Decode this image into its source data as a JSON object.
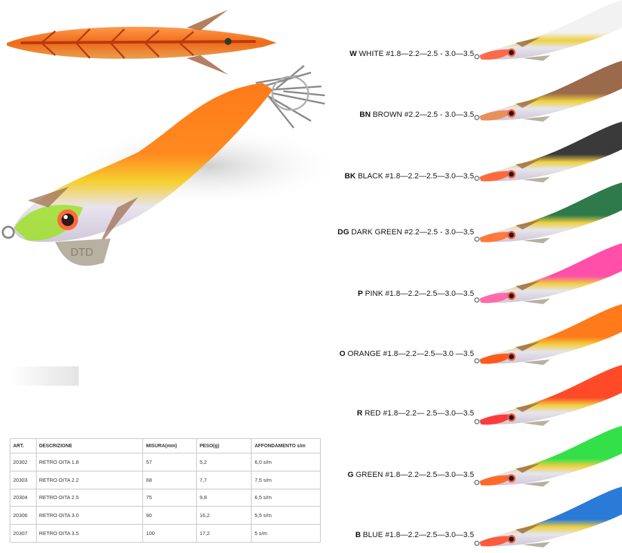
{
  "hero": {
    "brand_mark": "DTD"
  },
  "table": {
    "headers": [
      "ART.",
      "DESCRIZIONE",
      "MISURA(mm)",
      "PESO(g)",
      "AFFONDAMENTO s/m"
    ],
    "rows": [
      [
        "20302",
        "RETRO OITA 1.8",
        "57",
        "5,2",
        "6,0 s/m"
      ],
      [
        "20303",
        "RETRO OITA 2.2",
        "68",
        "7,7",
        "7,5 s/m"
      ],
      [
        "20304",
        "RETRO OITA 2.5",
        "75",
        "9,8",
        "6,5 s/m"
      ],
      [
        "20306",
        "RETRO OITA 3.0",
        "90",
        "16,2",
        "5,5 s/m"
      ],
      [
        "20307",
        "RETRO OITA 3.5",
        "100",
        "17,2",
        "5 s/m"
      ]
    ]
  },
  "swatches": [
    {
      "code": "W",
      "name": "WHITE",
      "sizes": "#1.8—2.2—2.5 - 3.0—3.5",
      "color": "#f2f2f2",
      "head": "#ff6a4a"
    },
    {
      "code": "BN",
      "name": "BROWN",
      "sizes": "#2.2—2.5 - 3.0—3.5",
      "color": "#9a6a4a",
      "head": "#e8905a"
    },
    {
      "code": "BK",
      "name": "BLACK",
      "sizes": "#1.8—2.2—2.5—3.0—3.5",
      "color": "#3a3a3a",
      "head": "#ff6a3a"
    },
    {
      "code": "DG",
      "name": "DARK GREEN",
      "sizes": "#2.2—2.5 - 3.0—3.5",
      "color": "#2e7a4a",
      "head": "#ff7a3a"
    },
    {
      "code": "P",
      "name": "PINK",
      "sizes": "#1.8—2.2—2.5—3.0—3.5",
      "color": "#ff4fa8",
      "head": "#ff6aa8"
    },
    {
      "code": "O",
      "name": "ORANGE",
      "sizes": "#1.8—2.2—2.5—3.0 —3.5",
      "color": "#ff7a1a",
      "head": "#ff5a1a"
    },
    {
      "code": "R",
      "name": "RED",
      "sizes": "#1.8—2.2— 2.5—3.0—3.5",
      "color": "#ff4a2a",
      "head": "#ff3a3a"
    },
    {
      "code": "G",
      "name": "GREEN",
      "sizes": "#1.8—2.2—2.5—3.0—3.5",
      "color": "#33e04a",
      "head": "#ff6a2a"
    },
    {
      "code": "B",
      "name": "BLUE",
      "sizes": "#1.8—2.2—2.5—3.0—3.5",
      "color": "#2a7ad8",
      "head": "#ff5a3a"
    }
  ]
}
